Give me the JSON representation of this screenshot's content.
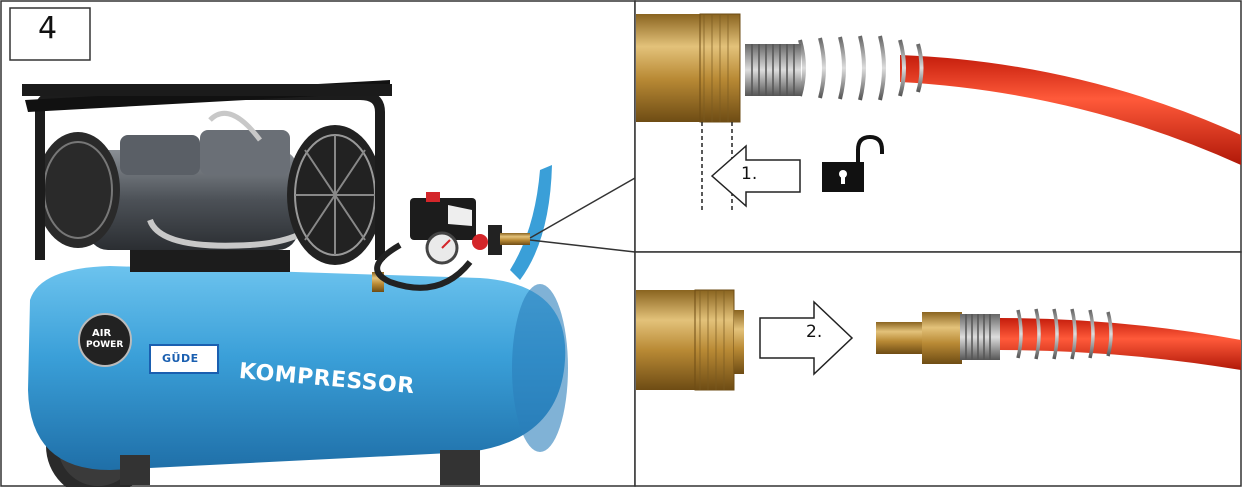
{
  "figure": {
    "step_number": "4",
    "arrow1_label": "1.",
    "arrow2_label": "2.",
    "compressor_brand": "GÜDE",
    "compressor_label": "KOMPRESSOR",
    "badge_text_top": "AIR",
    "badge_text_bottom": "POWER"
  },
  "colors": {
    "tank_blue": "#3a9fd8",
    "hose_red": "#e8331c",
    "brass": "#c9a24a",
    "frame_black": "#1c1c1c",
    "border": "#333333"
  },
  "icons": [
    "unlocked-padlock-icon",
    "left-arrow-icon",
    "right-arrow-icon"
  ]
}
